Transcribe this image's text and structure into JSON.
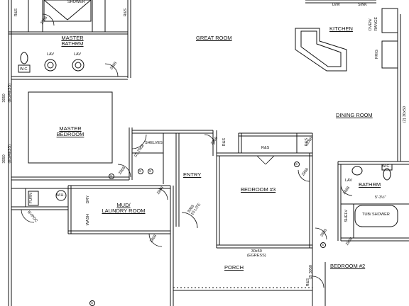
{
  "rooms": {
    "great_room": "GREAT ROOM",
    "kitchen": "KITCHEN",
    "dining_room": "DINING ROOM",
    "master_bathrm": "MASTER\nBATHRM",
    "master_bedroom": "MASTER\nBEDROOM",
    "entry": "ENTRY",
    "bedroom_3": "BEDROOM #3",
    "mud_laundry": "MUD/\nLAUNDRY ROOM",
    "porch": "PORCH",
    "bathrm": "BATHRM",
    "bedroom_2": "BEDROOM #2"
  },
  "fixtures": {
    "dw": "D/W",
    "sink": "SINK",
    "oven_range": "OVEN/\nRANGE",
    "frig": "FRIG",
    "lav_left": "LAV",
    "lav_right": "LAV",
    "wc_master": "W.C.",
    "shelves": "SHELVES",
    "wh": "W.H.",
    "furn": "FURN",
    "dry": "DRY",
    "wash": "WASH",
    "lav_bath": "LAV",
    "wc_bath": "W.C.",
    "tub_shower": "TUB/ SHOWER",
    "shelv": "SHELV",
    "rs_top": "R&S",
    "rs_top2": "R&S",
    "rs_bed3_a": "R&S",
    "rs_bed3_b": "R&S",
    "rs_bed3_c": "R&S",
    "rs_bed2": "R&S",
    "bypdc": "BYPDC"
  },
  "dimensions": {
    "d_2068_a": "2068",
    "d_2868_mb": "2868",
    "d_2068_shelves": "(2) 2068",
    "d_2868_hall": "2868",
    "d_2868_laundry_a": "2868",
    "d_2868_laundry_b": "2868",
    "d_2868_mud": "2868",
    "d_door_lite": "3068\n10 LITE",
    "d_2068_closet": "2068",
    "d_2868_bed3_a": "2868",
    "d_2868_bed3_b": "2868",
    "d_2468_bath": "2468",
    "d_2868_bed2": "2868",
    "d_3050_egress": "30x50\n(EGRESS)",
    "d_3050_mb_egress_a": "3050\n(EGRESS)",
    "d_3050_mb_egress_b": "3050\n(EGRESS)",
    "d_2_3050": "(2) 30x50",
    "d_2_3050_bed2": "(2) 3050",
    "d_5_3_2": "5'-3½\""
  },
  "markers": {
    "m1": "S",
    "m2": "S",
    "m3": "S",
    "m4": "S",
    "m5": "S",
    "m6": "S",
    "m7": "S"
  },
  "top_label": "SHOWER"
}
